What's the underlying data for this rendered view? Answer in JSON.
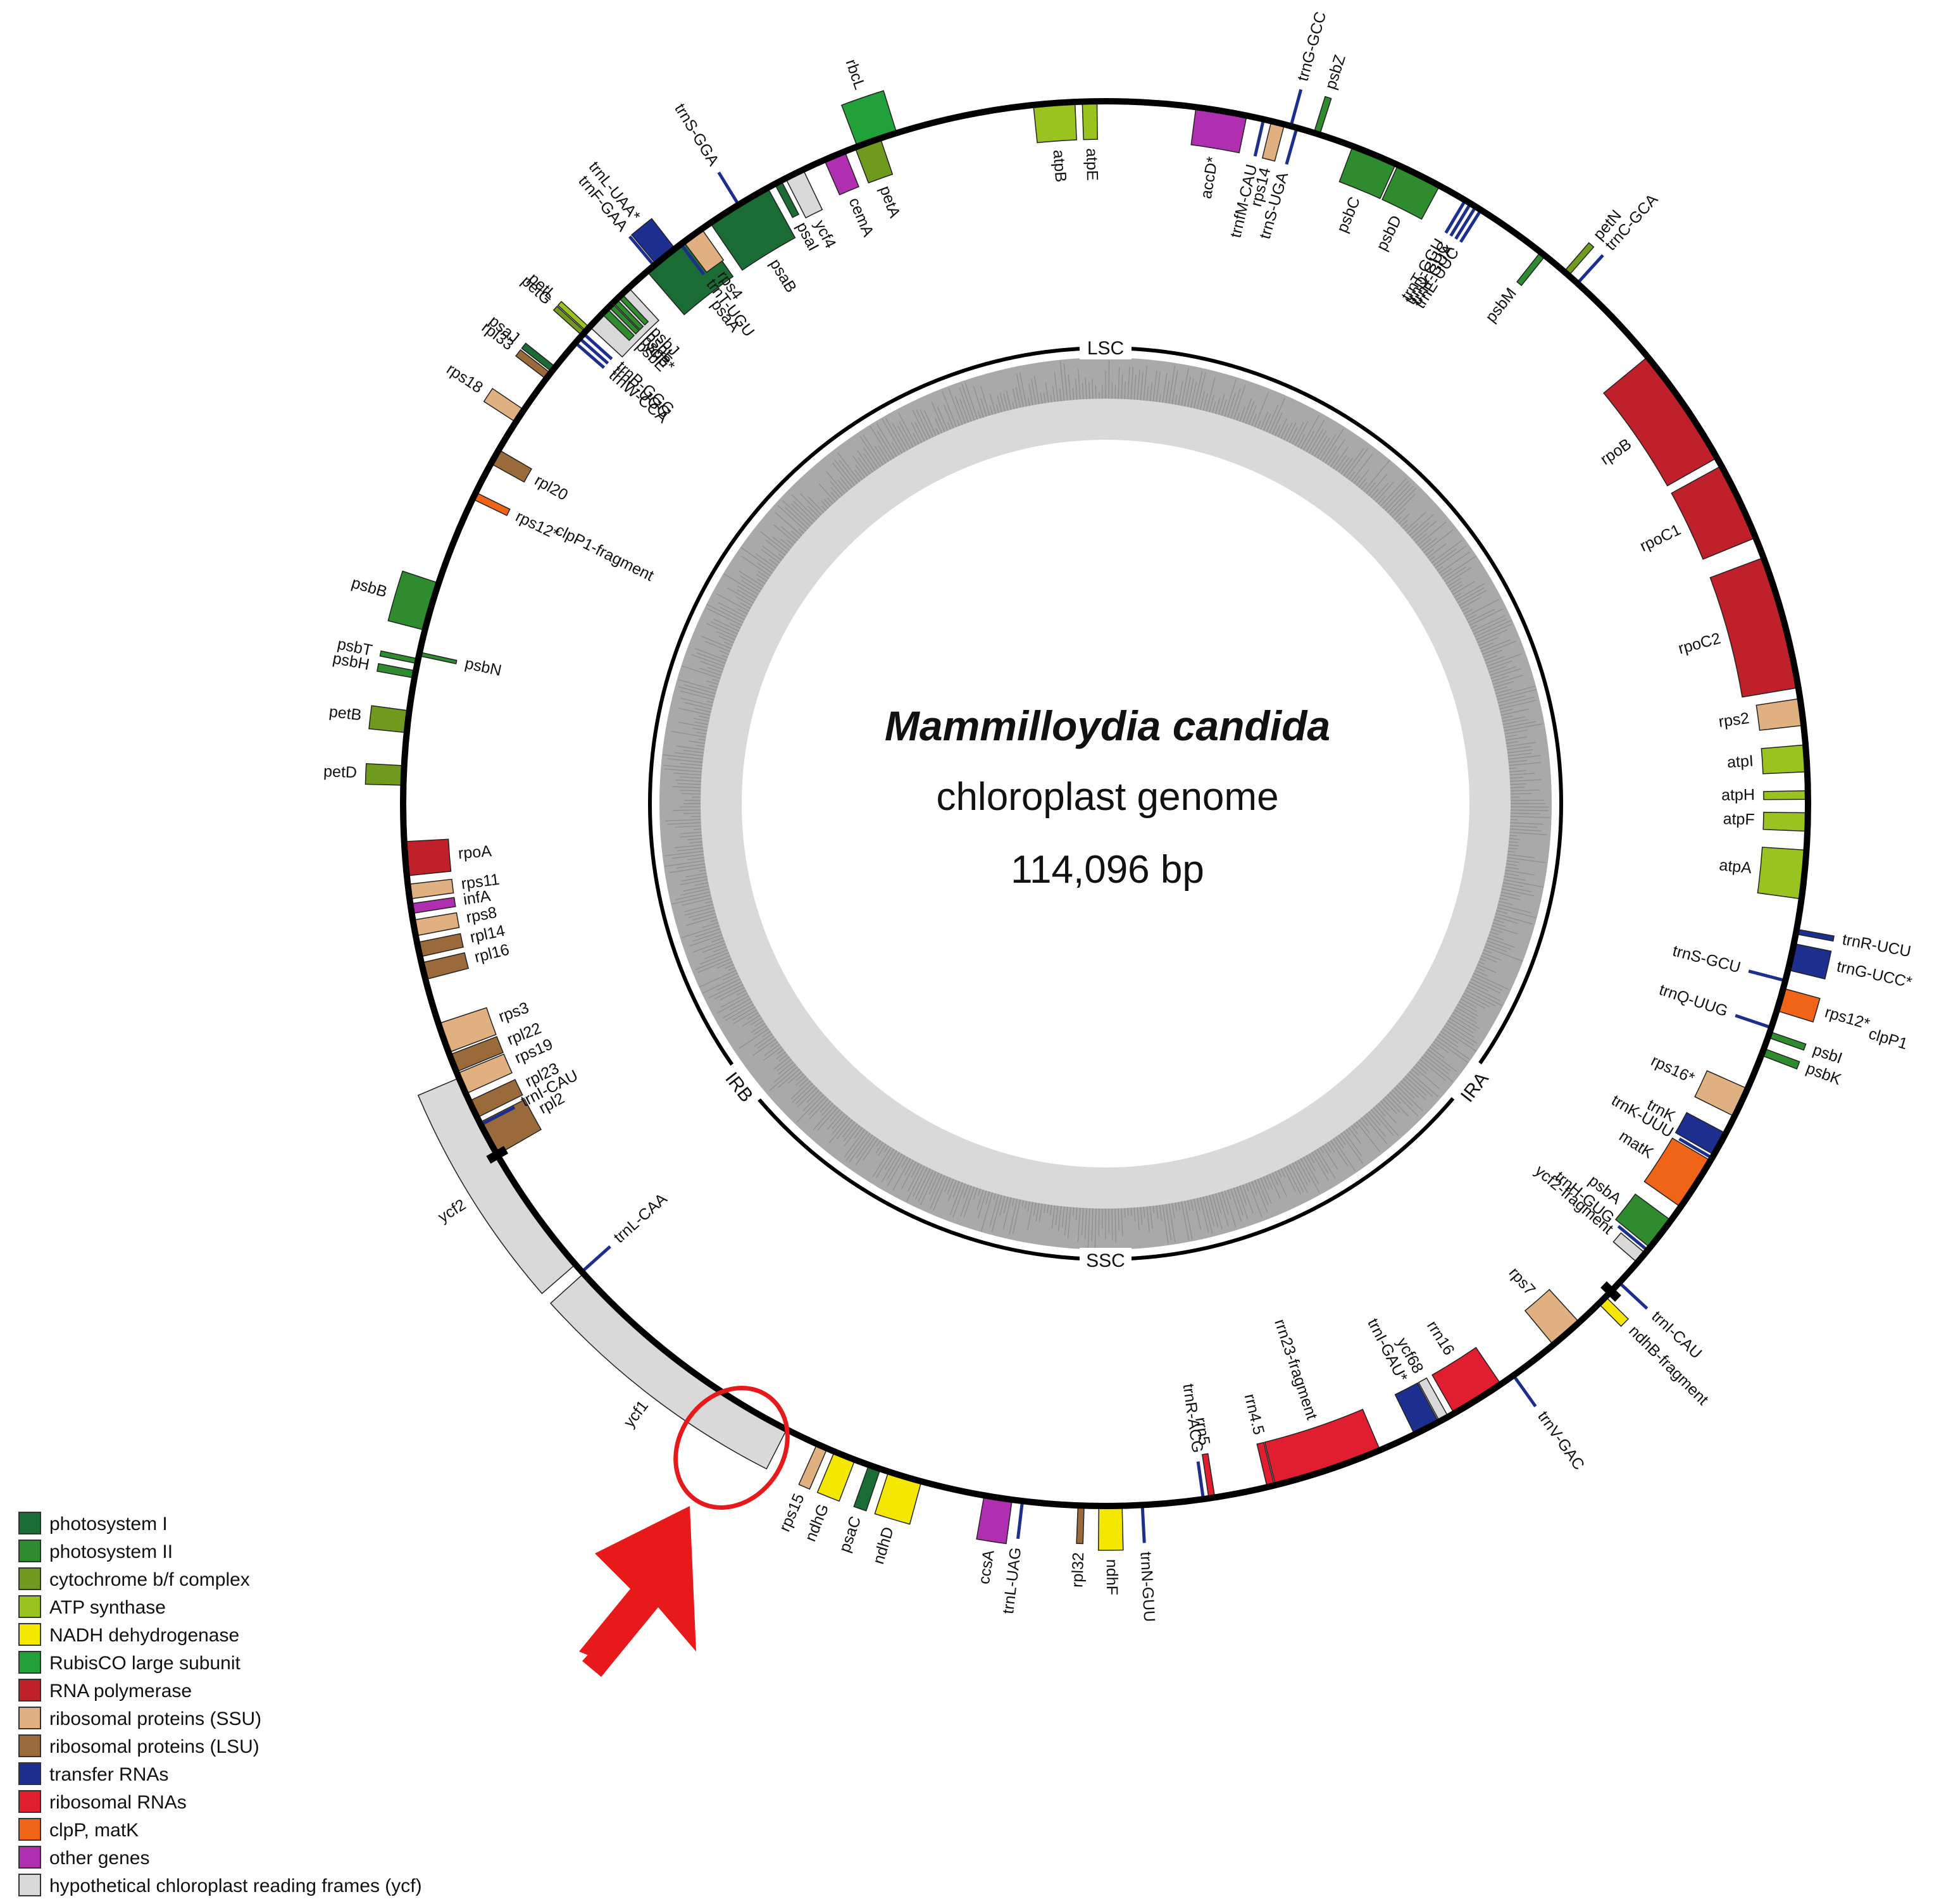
{
  "title": {
    "species": "Mammilloydia candida",
    "subtitle": "chloroplast genome",
    "size": "114,096 bp"
  },
  "regions": {
    "lsc": "LSC",
    "ssc": "SSC",
    "ira": "IRA",
    "irb": "IRB"
  },
  "colors": {
    "photosystem_I": "#1a6b34",
    "photosystem_II": "#2e8b2e",
    "cytochrome": "#6f9a1e",
    "atp": "#9ac31f",
    "nadh": "#f5e800",
    "rubisco": "#22a03a",
    "rnapol": "#c0202a",
    "ssu": "#e0b080",
    "lsu": "#9b6a3a",
    "trna": "#1c2f8f",
    "rrna": "#e01e30",
    "clp": "#f06418",
    "other": "#b02fb0",
    "ycf": "#d9d9d9",
    "highlight": "#e8191b"
  },
  "legend": [
    {
      "label": "photosystem I",
      "color": "#1a6b34"
    },
    {
      "label": "photosystem II",
      "color": "#2e8b2e"
    },
    {
      "label": "cytochrome b/f complex",
      "color": "#6f9a1e"
    },
    {
      "label": "ATP synthase",
      "color": "#9ac31f"
    },
    {
      "label": "NADH dehydrogenase",
      "color": "#f5e800"
    },
    {
      "label": "RubisCO large subunit",
      "color": "#22a03a"
    },
    {
      "label": "RNA polymerase",
      "color": "#c0202a"
    },
    {
      "label": "ribosomal proteins (SSU)",
      "color": "#e0b080"
    },
    {
      "label": "ribosomal proteins (LSU)",
      "color": "#9b6a3a"
    },
    {
      "label": "transfer RNAs",
      "color": "#1c2f8f"
    },
    {
      "label": "ribosomal RNAs",
      "color": "#e01e30"
    },
    {
      "label": "clpP, matK",
      "color": "#f06418"
    },
    {
      "label": "other genes",
      "color": "#b02fb0"
    },
    {
      "label": "hypothetical chloroplast reading frames (ycf)",
      "color": "#d9d9d9"
    }
  ],
  "genes": [
    {
      "name": "rbcL",
      "cat": "rubisco",
      "angle": -19,
      "span": 3.4,
      "side": "out",
      "depth": 70
    },
    {
      "name": "psaB",
      "cat": "photosystem_I",
      "angle": -31.5,
      "span": 5.5,
      "side": "in",
      "depth": 90
    },
    {
      "name": "psaI",
      "cat": "photosystem_I",
      "angle": -27.8,
      "span": 0.6,
      "side": "in",
      "depth": 60
    },
    {
      "name": "ycf4",
      "cat": "ycf",
      "angle": -26.3,
      "span": 1.6,
      "side": "in",
      "depth": 70
    },
    {
      "name": "cemA",
      "cat": "other",
      "angle": -22.7,
      "span": 1.8,
      "side": "in",
      "depth": 60
    },
    {
      "name": "petA",
      "cat": "cytochrome",
      "angle": -19.8,
      "span": 2.2,
      "side": "in",
      "depth": 60
    },
    {
      "name": "psaA",
      "cat": "photosystem_I",
      "angle": -38,
      "span": 5.5,
      "side": "in",
      "depth": 90
    },
    {
      "name": "ycf3*",
      "cat": "ycf",
      "angle": -45,
      "span": 4.5,
      "side": "in",
      "depth": 70
    },
    {
      "name": "atpB",
      "cat": "atp",
      "angle": -4.2,
      "span": 3.4,
      "side": "in",
      "depth": 60
    },
    {
      "name": "atpE",
      "cat": "atp",
      "angle": -1.3,
      "span": 1.2,
      "side": "in",
      "depth": 60
    },
    {
      "name": "accD*",
      "cat": "other",
      "angle": 9.5,
      "span": 4.2,
      "side": "in",
      "depth": 60
    },
    {
      "name": "rps14",
      "cat": "ssu",
      "angle": 14.2,
      "span": 1.1,
      "side": "in",
      "depth": 60
    },
    {
      "name": "psbZ",
      "cat": "photosystem_II",
      "angle": 17.5,
      "span": 0.5,
      "side": "out",
      "depth": 60
    },
    {
      "name": "psbC",
      "cat": "photosystem_II",
      "angle": 22.5,
      "span": 3.8,
      "side": "in",
      "depth": 60
    },
    {
      "name": "psbD",
      "cat": "photosystem_II",
      "angle": 26.5,
      "span": 3.8,
      "side": "in",
      "depth": 60
    },
    {
      "name": "psbM",
      "cat": "photosystem_II",
      "angle": 38.5,
      "span": 0.5,
      "side": "in",
      "depth": 60
    },
    {
      "name": "petN",
      "cat": "cytochrome",
      "angle": 41,
      "span": 0.5,
      "side": "out",
      "depth": 60
    },
    {
      "name": "rpoB",
      "cat": "rnapol",
      "angle": 55.5,
      "span": 10,
      "side": "in",
      "depth": 90
    },
    {
      "name": "rpoC1",
      "cat": "rnapol",
      "angle": 64.5,
      "span": 6.5,
      "side": "in",
      "depth": 90
    },
    {
      "name": "rpoC2",
      "cat": "rnapol",
      "angle": 75,
      "span": 11,
      "side": "in",
      "depth": 90
    },
    {
      "name": "rps2",
      "cat": "ssu",
      "angle": 82.5,
      "span": 2.2,
      "side": "in",
      "depth": 70
    },
    {
      "name": "atpI",
      "cat": "atp",
      "angle": 86.3,
      "span": 2.2,
      "side": "in",
      "depth": 70
    },
    {
      "name": "atpH",
      "cat": "atp",
      "angle": 89.3,
      "span": 0.7,
      "side": "in",
      "depth": 70
    },
    {
      "name": "atpF",
      "cat": "atp",
      "angle": 91.5,
      "span": 1.5,
      "side": "in",
      "depth": 70
    },
    {
      "name": "atpA",
      "cat": "atp",
      "angle": 95.8,
      "span": 4,
      "side": "in",
      "depth": 70
    },
    {
      "name": "trnR-UCU",
      "cat": "trna",
      "angle": 100.5,
      "span": 0.4,
      "side": "out",
      "depth": 60
    },
    {
      "name": "trnG-UCC*",
      "cat": "trna",
      "angle": 102.6,
      "span": 2.2,
      "side": "out",
      "depth": 60
    },
    {
      "name": "rps12*",
      "cat": "clp",
      "angle": 106.2,
      "span": 1.9,
      "side": "out",
      "depth": 60
    },
    {
      "name": "psbI",
      "cat": "photosystem_II",
      "angle": 109.2,
      "span": 0.5,
      "side": "out",
      "depth": 60
    },
    {
      "name": "psbK",
      "cat": "photosystem_II",
      "angle": 110.7,
      "span": 0.6,
      "side": "out",
      "depth": 60
    },
    {
      "name": "rps16*",
      "cat": "ssu",
      "angle": 115.2,
      "span": 2.5,
      "side": "in",
      "depth": 70
    },
    {
      "name": "trnK",
      "cat": "trna",
      "angle": 119,
      "span": 2,
      "side": "in",
      "depth": 70
    },
    {
      "name": "matK",
      "cat": "clp",
      "angle": 122.8,
      "span": 4.5,
      "side": "in",
      "depth": 70
    },
    {
      "name": "psbA",
      "cat": "photosystem_II",
      "angle": 127.8,
      "span": 2.8,
      "side": "in",
      "depth": 70
    },
    {
      "name": "ycf2-fragment",
      "cat": "ycf",
      "angle": 130.3,
      "span": 1,
      "side": "in",
      "depth": 50
    },
    {
      "name": "ndhB-fragment",
      "cat": "nadh",
      "angle": 135,
      "span": 0.8,
      "side": "out",
      "depth": 50
    },
    {
      "name": "rps7",
      "cat": "ssu",
      "angle": 139,
      "span": 2.8,
      "side": "in",
      "depth": 70
    },
    {
      "name": "rrn16",
      "cat": "rrna",
      "angle": 148,
      "span": 4.5,
      "side": "in",
      "depth": 70
    },
    {
      "name": "ycf68",
      "cat": "ycf",
      "angle": 151.2,
      "span": 0.8,
      "side": "in",
      "depth": 70
    },
    {
      "name": "trnI-GAU*",
      "cat": "trna",
      "angle": 152.8,
      "span": 2.2,
      "side": "in",
      "depth": 70
    },
    {
      "name": "rrn23-fragment",
      "cat": "rrna",
      "angle": 161.5,
      "span": 9,
      "side": "in",
      "depth": 70
    },
    {
      "name": "rrn4.5",
      "cat": "rrna",
      "angle": 166.4,
      "span": 0.6,
      "side": "in",
      "depth": 70
    },
    {
      "name": "rrn5",
      "cat": "rrna",
      "angle": 171.3,
      "span": 0.5,
      "side": "in",
      "depth": 70
    },
    {
      "name": "ndhF",
      "cat": "nadh",
      "angle": 179.6,
      "span": 1.9,
      "side": "out",
      "depth": 70
    },
    {
      "name": "rpl32",
      "cat": "lsu",
      "angle": 182,
      "span": 0.5,
      "side": "out",
      "depth": 60
    },
    {
      "name": "ccsA",
      "cat": "other",
      "angle": 188.8,
      "span": 2.3,
      "side": "out",
      "depth": 70
    },
    {
      "name": "ndhD",
      "cat": "nadh",
      "angle": 196.6,
      "span": 2.8,
      "side": "out",
      "depth": 70
    },
    {
      "name": "psaC",
      "cat": "photosystem_I",
      "angle": 199.2,
      "span": 1,
      "side": "out",
      "depth": 70
    },
    {
      "name": "ndhG",
      "cat": "nadh",
      "angle": 201.8,
      "span": 1.8,
      "side": "out",
      "depth": 70
    },
    {
      "name": "rps15",
      "cat": "ssu",
      "angle": 203.8,
      "span": 0.9,
      "side": "out",
      "depth": 70
    },
    {
      "name": "ycf1",
      "cat": "ycf",
      "angle": 217.5,
      "span": 21,
      "side": "out",
      "depth": 70
    },
    {
      "name": "ycf2",
      "cat": "ycf",
      "angle": 238,
      "span": 18,
      "side": "out",
      "depth": 70
    },
    {
      "name": "rpl2",
      "cat": "lsu",
      "angle": 241.5,
      "span": 3,
      "side": "in",
      "depth": 80
    },
    {
      "name": "rpl23",
      "cat": "lsu",
      "angle": 244.2,
      "span": 1.5,
      "side": "in",
      "depth": 80
    },
    {
      "name": "rps19",
      "cat": "ssu",
      "angle": 246.5,
      "span": 1.8,
      "side": "in",
      "depth": 80
    },
    {
      "name": "rpl22",
      "cat": "lsu",
      "angle": 248.3,
      "span": 1.5,
      "side": "in",
      "depth": 80
    },
    {
      "name": "rps3",
      "cat": "ssu",
      "angle": 250.5,
      "span": 2.5,
      "side": "in",
      "depth": 80
    },
    {
      "name": "rpl16",
      "cat": "lsu",
      "angle": 256.2,
      "span": 1.4,
      "side": "in",
      "depth": 70
    },
    {
      "name": "rpl14",
      "cat": "lsu",
      "angle": 258,
      "span": 1.2,
      "side": "in",
      "depth": 70
    },
    {
      "name": "rps8",
      "cat": "ssu",
      "angle": 259.8,
      "span": 1.3,
      "side": "in",
      "depth": 70
    },
    {
      "name": "infA",
      "cat": "other",
      "angle": 261.4,
      "span": 0.8,
      "side": "in",
      "depth": 70
    },
    {
      "name": "rps11",
      "cat": "ssu",
      "angle": 262.8,
      "span": 1.2,
      "side": "in",
      "depth": 70
    },
    {
      "name": "rpoA",
      "cat": "rnapol",
      "angle": 265.5,
      "span": 2.8,
      "side": "in",
      "depth": 70
    },
    {
      "name": "petD",
      "cat": "cytochrome",
      "angle": 272.3,
      "span": 1.6,
      "side": "out",
      "depth": 60
    },
    {
      "name": "petB",
      "cat": "cytochrome",
      "angle": 276.7,
      "span": 1.8,
      "side": "out",
      "depth": 60
    },
    {
      "name": "psbH",
      "cat": "photosystem_II",
      "angle": 280.6,
      "span": 0.6,
      "side": "out",
      "depth": 60
    },
    {
      "name": "psbT",
      "cat": "photosystem_II",
      "angle": 281.7,
      "span": 0.4,
      "side": "out",
      "depth": 60
    },
    {
      "name": "psbN",
      "cat": "photosystem_II",
      "angle": 282.3,
      "span": 0.3,
      "side": "in",
      "depth": 60
    },
    {
      "name": "psbB",
      "cat": "photosystem_II",
      "angle": 286.3,
      "span": 4,
      "side": "out",
      "depth": 60
    },
    {
      "name": "rps12* ",
      "cat": "clp",
      "angle": 296,
      "span": 0.6,
      "side": "in",
      "depth": 60
    },
    {
      "name": "rpl20",
      "cat": "lsu",
      "angle": 299.6,
      "span": 1.3,
      "side": "in",
      "depth": 60
    },
    {
      "name": "rps18",
      "cat": "ssu",
      "angle": 303.5,
      "span": 1.2,
      "side": "out",
      "depth": 60
    },
    {
      "name": "rpl33",
      "cat": "lsu",
      "angle": 307.5,
      "span": 0.6,
      "side": "out",
      "depth": 60
    },
    {
      "name": "psaJ",
      "cat": "photosystem_I",
      "angle": 308.2,
      "span": 0.5,
      "side": "out",
      "depth": 60
    },
    {
      "name": "petG",
      "cat": "cytochrome",
      "angle": 312,
      "span": 0.4,
      "side": "out",
      "depth": 60
    },
    {
      "name": "petL",
      "cat": "atp",
      "angle": 312.5,
      "span": 0.4,
      "side": "out",
      "depth": 60
    },
    {
      "name": "psbE",
      "cat": "photosystem_II",
      "angle": 314.5,
      "span": 0.6,
      "side": "in",
      "depth": 60
    },
    {
      "name": "psbF",
      "cat": "photosystem_II",
      "angle": 315.2,
      "span": 0.4,
      "side": "in",
      "depth": 60
    },
    {
      "name": "psbL",
      "cat": "photosystem_II",
      "angle": 315.7,
      "span": 0.4,
      "side": "in",
      "depth": 60
    },
    {
      "name": "psbJ",
      "cat": "photosystem_II",
      "angle": 316.3,
      "span": 0.4,
      "side": "in",
      "depth": 60
    },
    {
      "name": "rps4",
      "cat": "ssu",
      "angle": 324,
      "span": 1.8,
      "side": "in",
      "depth": 60
    },
    {
      "name": "trnL-UAA*",
      "cat": "trna",
      "angle": 321.2,
      "span": 2,
      "side": "out",
      "depth": 60
    }
  ],
  "trnas": [
    {
      "name": "trnG-GCC",
      "angle": 15.3,
      "side": "out"
    },
    {
      "name": "trnS-UGA",
      "angle": 15.8,
      "side": "in"
    },
    {
      "name": "trnfM-CAU",
      "angle": 13,
      "side": "in"
    },
    {
      "name": "trnT-GGU",
      "angle": 30.8,
      "side": "in"
    },
    {
      "name": "trnD-GUC",
      "angle": 31.3,
      "side": "in"
    },
    {
      "name": "trnY-GUA",
      "angle": 31.8,
      "side": "in"
    },
    {
      "name": "trnE-UUC",
      "angle": 32.3,
      "side": "in"
    },
    {
      "name": "trnC-GCA",
      "angle": 42.2,
      "side": "out"
    },
    {
      "name": "trnS-GCU",
      "angle": 104.6,
      "side": "in"
    },
    {
      "name": "trnQ-UUG",
      "angle": 108.6,
      "side": "in"
    },
    {
      "name": "trnK-UUU",
      "angle": 120.3,
      "side": "in"
    },
    {
      "name": "trnH-GUG",
      "angle": 129.5,
      "side": "in"
    },
    {
      "name": "trnI-CAU",
      "angle": 133,
      "side": "out"
    },
    {
      "name": "trnV-GAC",
      "angle": 144.5,
      "side": "out"
    },
    {
      "name": "trnR-ACG",
      "angle": 172,
      "side": "in"
    },
    {
      "name": "trnN-GUU",
      "angle": 177,
      "side": "out"
    },
    {
      "name": "trnL-UAG",
      "angle": 186.8,
      "side": "out"
    },
    {
      "name": "trnL-CAA",
      "angle": 228.2,
      "side": "in"
    },
    {
      "name": "trnI-CAU ",
      "angle": 242.8,
      "side": "in"
    },
    {
      "name": "trnW-CCA",
      "angle": 311,
      "side": "in"
    },
    {
      "name": "trnP-UGG",
      "angle": 311.5,
      "side": "in"
    },
    {
      "name": "trnP-GGG",
      "angle": 312,
      "side": "in"
    },
    {
      "name": "trnF-GAA",
      "angle": 320,
      "side": "out"
    },
    {
      "name": "trnT-UGU",
      "angle": 322.8,
      "side": "in"
    },
    {
      "name": "trnS-GGA",
      "angle": 328.5,
      "side": "out"
    }
  ],
  "fragment_labels": [
    {
      "name": "clpP1-fragment",
      "angle": 296.5
    },
    {
      "name": "clpP1",
      "angle": 106.8
    }
  ]
}
